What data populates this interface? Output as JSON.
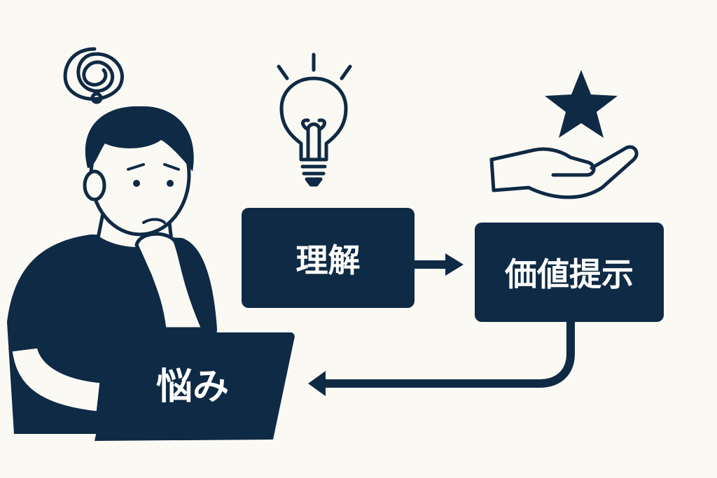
{
  "colors": {
    "background": "#fbf9f4",
    "navy": "#0f2a44"
  },
  "steps": {
    "worry": "悩み",
    "understand": "理解",
    "value": "価値提示"
  },
  "icons": [
    "scribble-thought-icon",
    "lightbulb-icon",
    "star-on-hand-icon",
    "arrow-right-icon",
    "return-arrow-icon"
  ]
}
